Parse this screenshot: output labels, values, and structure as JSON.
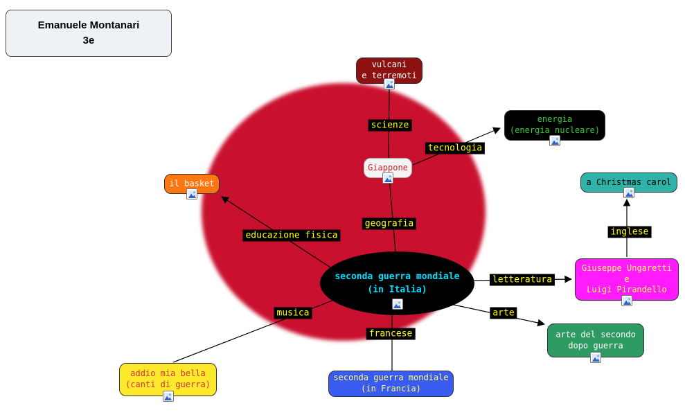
{
  "title_box": {
    "line1": "Emanuele Montanari",
    "line2": "3e"
  },
  "center_node": {
    "label": "seconda guerra mondiale\n(in Italia)",
    "bg": "#000000",
    "fg": "#00e0ff"
  },
  "nodes": {
    "vulcani": {
      "label": "vulcani\ne terremoti",
      "bg": "#8e1111",
      "fg": "#ffffff"
    },
    "energia": {
      "label": "energia\n(energia nucleare)",
      "bg": "#000000",
      "fg": "#33cc33"
    },
    "giappone": {
      "label": "Giappone",
      "bg": "#f4f4f4",
      "fg": "#cc2222"
    },
    "il_basket": {
      "label": "il basket",
      "bg": "#ff7712",
      "fg": "#ffffff"
    },
    "christmas_carol": {
      "label": "a Christmas carol",
      "bg": "#2fb3a8",
      "fg": "#000000"
    },
    "ungaretti_pirandello": {
      "label": "Giuseppe Ungaretti\ne\nLuigi Pirandello",
      "bg": "#ff1aff",
      "fg": "#ffff55"
    },
    "arte_dopoguerra": {
      "label": "arte del secondo\ndopo guerra",
      "bg": "#2e9b63",
      "fg": "#ffffff"
    },
    "addio_mia_bella": {
      "label": "addio mia bella\n(canti di guerra)",
      "bg": "#fce92b",
      "fg": "#cc3333"
    },
    "francia": {
      "label": "seconda guerra mondiale\n(in Francia)",
      "bg": "#3a5bef",
      "fg": "#ffff7a"
    }
  },
  "link_labels": {
    "scienze": "scienze",
    "tecnologia": "tecnologia",
    "geografia": "geografia",
    "educazione_fisica": "educazione fisica",
    "letteratura": "letteratura",
    "musica": "musica",
    "arte": "arte",
    "francese": "francese",
    "inglese": "inglese"
  },
  "label_style": {
    "bg": "#000000",
    "fg": "#ffff00"
  },
  "map_colors": {
    "background_circle": "#c9112f",
    "line": "#000000"
  },
  "icons": {
    "resource_attachment": "image-thumbnail"
  }
}
